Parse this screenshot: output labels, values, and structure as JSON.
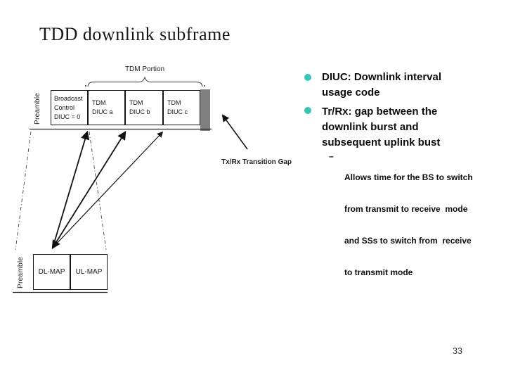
{
  "slide": {
    "title": "TDD downlink subframe",
    "page_number": "33"
  },
  "diagram": {
    "tdm_portion_label": "TDM Portion",
    "frame_top": {
      "preamble": "Preamble",
      "broadcast_block": {
        "lines": [
          "Broadcast",
          "Control",
          "DIUC = 0"
        ]
      },
      "tdm_blocks": [
        {
          "lines": [
            "TDM",
            "DIUC a"
          ]
        },
        {
          "lines": [
            "TDM",
            "DIUC b"
          ]
        },
        {
          "lines": [
            "TDM",
            "DIUC c"
          ]
        }
      ]
    },
    "txrx_gap_label": "Tx/Rx Transition Gap",
    "frame_bottom": {
      "preamble": "Preamble",
      "map_blocks": [
        {
          "label": "DL-MAP"
        },
        {
          "label": "UL-MAP"
        }
      ]
    }
  },
  "bullets": [
    {
      "lines": [
        "DIUC: Downlink interval",
        "usage code"
      ]
    },
    {
      "lines": [
        "Tr/Rx: gap between the",
        "downlink burst and",
        "subsequent uplink bust"
      ],
      "sub": {
        "dash": "–",
        "lines": [
          "Allows time for the BS to switch",
          "from transmit to receive  mode",
          "and SSs to switch from  receive",
          "to transmit mode"
        ]
      }
    }
  ],
  "colors": {
    "bullet_marker": "#35c7b5",
    "gap_block": "#808080"
  }
}
